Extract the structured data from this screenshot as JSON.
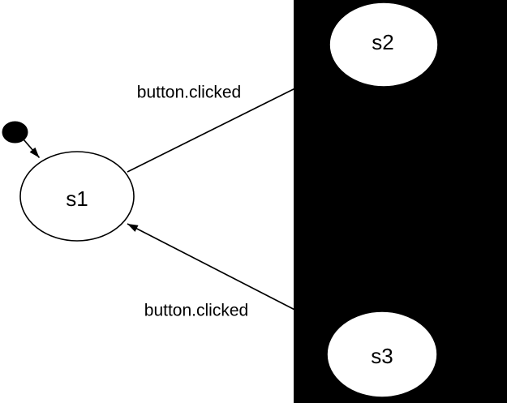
{
  "diagram": {
    "type": "state-machine",
    "colors": {
      "background": "#ffffff",
      "foreground": "#000000",
      "panel_fill": "#000000",
      "node_fill": "#ffffff",
      "node_stroke": "#000000"
    },
    "initial_marker": {
      "name": "initial-state-dot",
      "points_to": "s1"
    },
    "nodes": [
      {
        "id": "s1",
        "label": "s1"
      },
      {
        "id": "s2",
        "label": "s2"
      },
      {
        "id": "s3",
        "label": "s3"
      }
    ],
    "edges": [
      {
        "from": "initial",
        "to": "s1",
        "label": ""
      },
      {
        "from": "s1",
        "to": "s2",
        "label": "button.clicked"
      },
      {
        "from": "s3",
        "to": "s1",
        "label": "button.clicked"
      }
    ]
  }
}
